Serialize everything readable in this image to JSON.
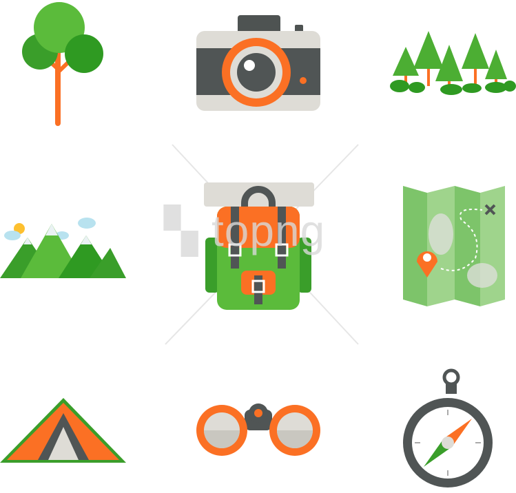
{
  "watermark": "topng",
  "icons": [
    {
      "name": "tree"
    },
    {
      "name": "camera"
    },
    {
      "name": "pine-forest"
    },
    {
      "name": "mountains"
    },
    {
      "name": "backpack"
    },
    {
      "name": "map"
    },
    {
      "name": "tent"
    },
    {
      "name": "binoculars"
    },
    {
      "name": "compass"
    }
  ],
  "colors": {
    "green_light": "#5dba3b",
    "green_dark": "#2e9a26",
    "orange": "#fb7024",
    "gray_dark": "#505555",
    "gray_light": "#dedcd6"
  }
}
